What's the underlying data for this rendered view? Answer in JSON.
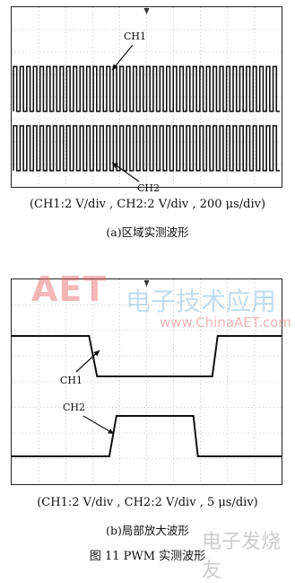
{
  "chart_data": [
    {
      "type": "line",
      "subcaption": "(a)区域实测波形",
      "params": "(CH1:2 V/div , CH2:2 V/div , 200 μs/div)",
      "series": [
        {
          "name": "CH1",
          "kind": "pwm-train",
          "pulses": 40,
          "duty": 0.5
        },
        {
          "name": "CH2",
          "kind": "pwm-train",
          "pulses": 40,
          "duty": 0.5
        }
      ],
      "grid": true
    },
    {
      "type": "line",
      "subcaption": "(b)局部放大波形",
      "params": "(CH1:2 V/div , CH2:2 V/div , 5 μs/div)",
      "series": [
        {
          "name": "CH1",
          "kind": "low-pulse",
          "edge_fall_div": 3.0,
          "edge_rise_div": 7.5
        },
        {
          "name": "CH2",
          "kind": "high-pulse",
          "edge_rise_div": 3.75,
          "edge_fall_div": 6.8
        }
      ],
      "grid": true
    }
  ],
  "figure_title": "图 11   PWM 实测波形",
  "watermarks": {
    "aet": "AET",
    "url": "www.ChinaAET.com",
    "cn": "电子技术应用",
    "fans": "电子发烧友"
  },
  "colors": {
    "trace": "#111111",
    "grid": "#9a9a9a"
  }
}
